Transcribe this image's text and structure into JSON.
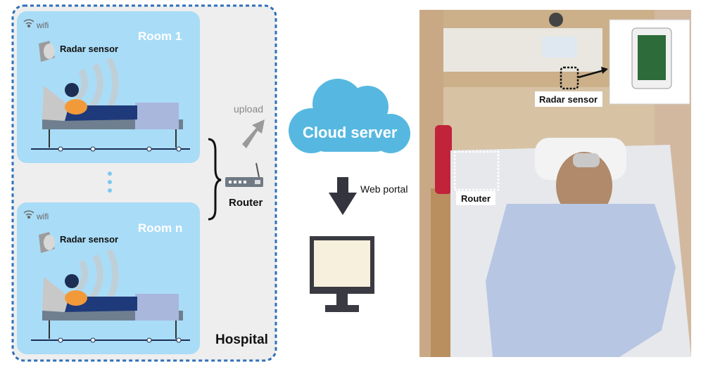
{
  "hospital": {
    "label": "Hospital",
    "rooms": [
      {
        "title": "Room 1",
        "wifi_label": "wifi",
        "sensor_label": "Radar sensor"
      },
      {
        "title": "Room n",
        "wifi_label": "wifi",
        "sensor_label": "Radar sensor"
      }
    ],
    "router_label": "Router",
    "upload_label": "upload"
  },
  "cloud": {
    "label": "Cloud server"
  },
  "portal": {
    "label": "Web portal"
  },
  "photo": {
    "radar_label": "Radar sensor",
    "router_label": "Router"
  },
  "colors": {
    "room_bg": "#a9dcf7",
    "hospital_bg": "#eeeeee",
    "dash_border": "#2f6fb8",
    "cloud_blue": "#56b8e0",
    "arrow_gray": "#9a9a9a",
    "dark_arrow": "#34343e",
    "monitor_screen": "#f7f0dc"
  },
  "icons": [
    "wifi-icon",
    "radar-sensor-icon",
    "router-icon",
    "cloud-icon",
    "monitor-icon",
    "upload-arrow-icon",
    "down-arrow-icon"
  ]
}
